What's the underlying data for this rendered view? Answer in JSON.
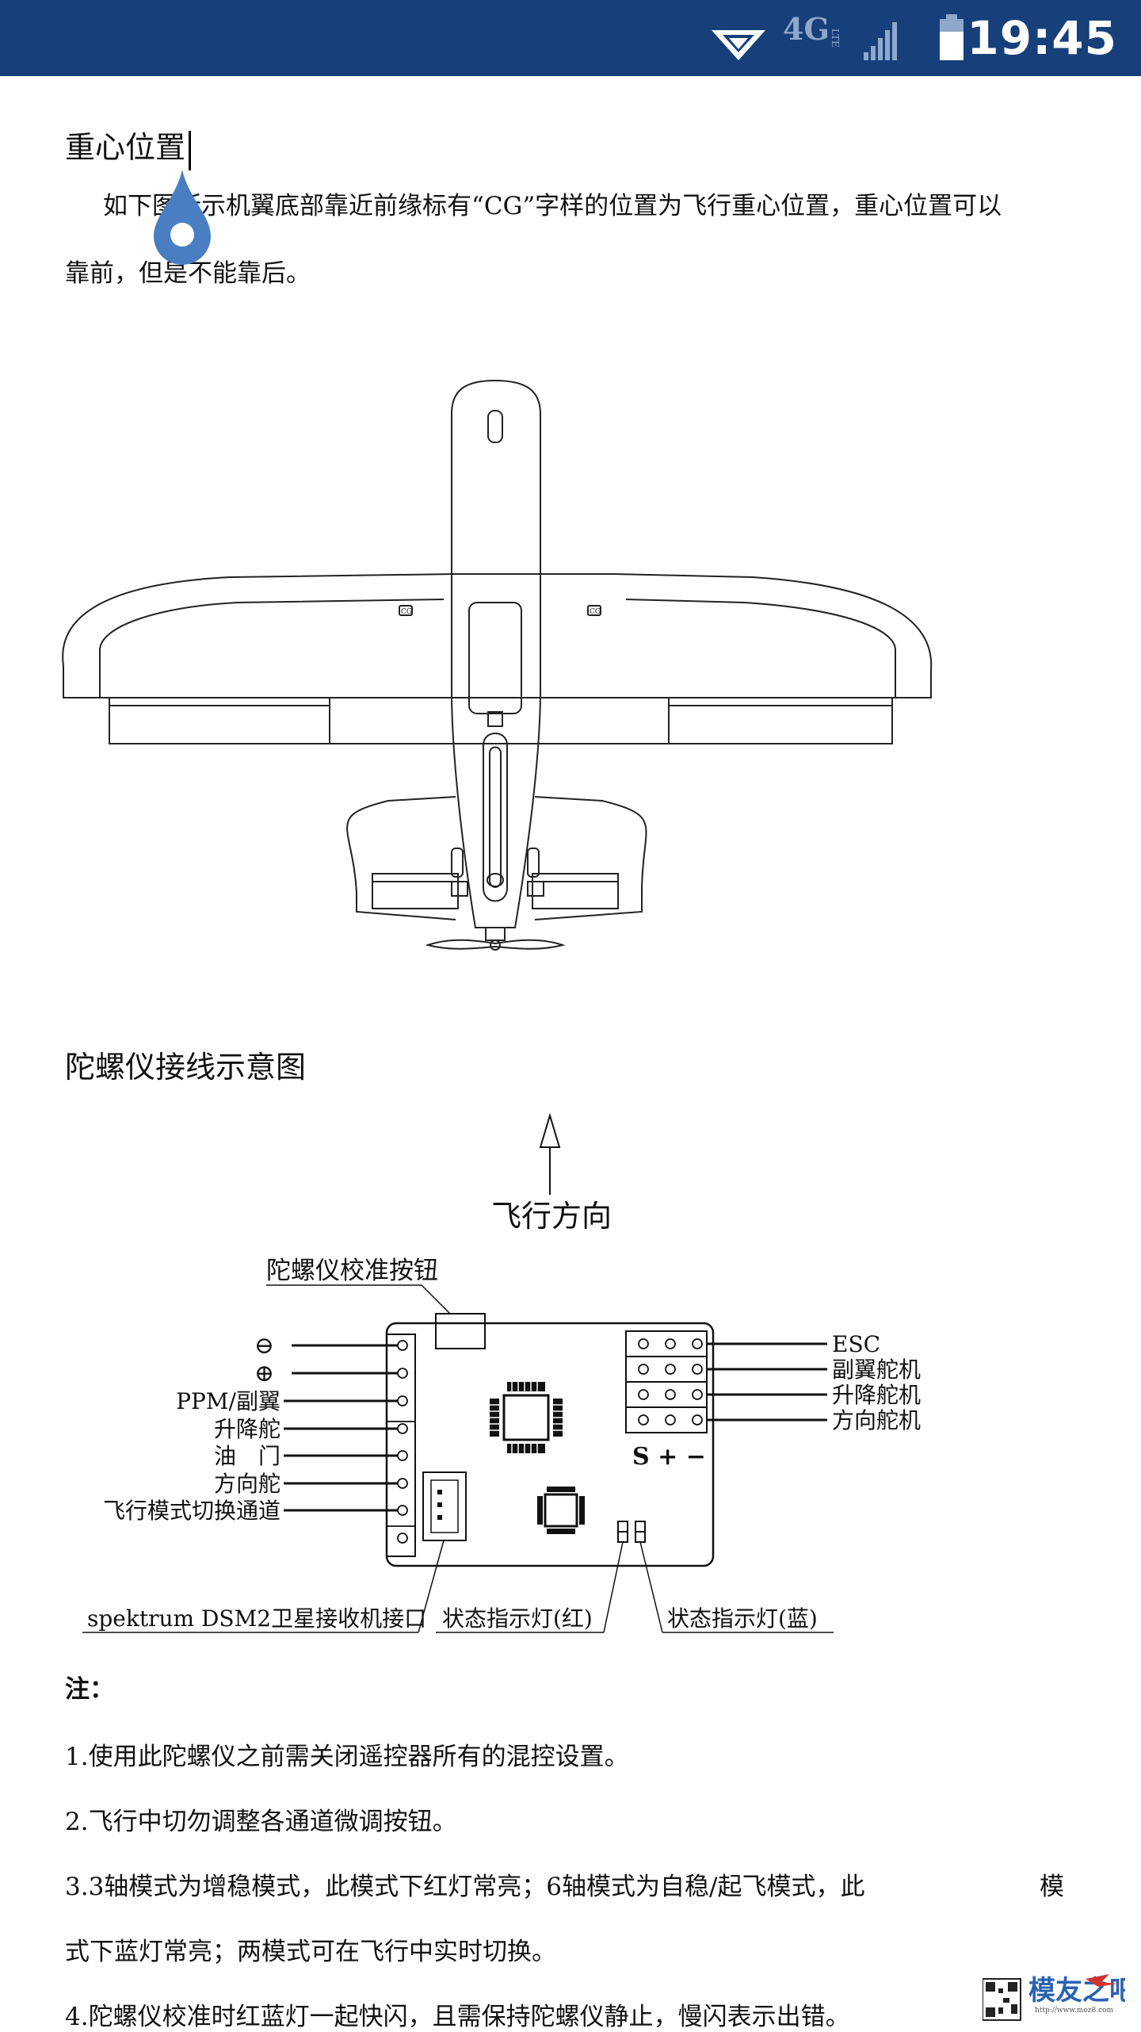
{
  "status_bar": {
    "time": "19:45",
    "network": "4G",
    "network_sub": "LTE",
    "icons": [
      "wifi-icon",
      "signal-icon",
      "battery-icon"
    ]
  },
  "document": {
    "title": "重心位置",
    "intro_line1": "如下图所示机翼底部靠近前缘标有“CG”字样的位置为飞行重心位置，重心位置可以",
    "intro_line2": "靠前，但是不能靠后。",
    "cg_mark": "CG",
    "section_title": "陀螺仪接线示意图"
  },
  "diagram": {
    "direction_label": "飞行方向",
    "calibrate_button_label": "陀螺仪校准按钮",
    "left_pins": [
      "⊖",
      "⊕",
      "PPM/副翼",
      "升降舵",
      "油　门",
      "方向舵",
      "飞行模式切换通道"
    ],
    "right_pins": [
      "ESC",
      "副翼舵机",
      "升降舵机",
      "方向舵机"
    ],
    "pin_symbols": "S + −",
    "satellite_label": "spektrum DSM2卫星接收机接口",
    "led_red_label": "状态指示灯(红)",
    "led_blue_label": "状态指示灯(蓝)"
  },
  "notes": {
    "label": "注：",
    "items": [
      "1.使用此陀螺仪之前需关闭遥控器所有的混控设置。",
      "2.飞行中切勿调整各通道微调按钮。",
      "3.3轴模式为增稳模式，此模式下红灯常亮；6轴模式为自稳/起飞模式，此",
      "式下蓝灯常亮；两模式可在飞行中实时切换。",
      "4.陀螺仪校准时红蓝灯一起快闪，且需保持陀螺仪静止，慢闪表示出错。"
    ],
    "item3_tail": "模"
  },
  "watermark": {
    "text": "模友之吧",
    "url": "http://www.moz8.com"
  },
  "colors": {
    "status_bar": "#17407a",
    "drop_handle": "#4a7ec2",
    "watermark": "#2a62b3"
  }
}
